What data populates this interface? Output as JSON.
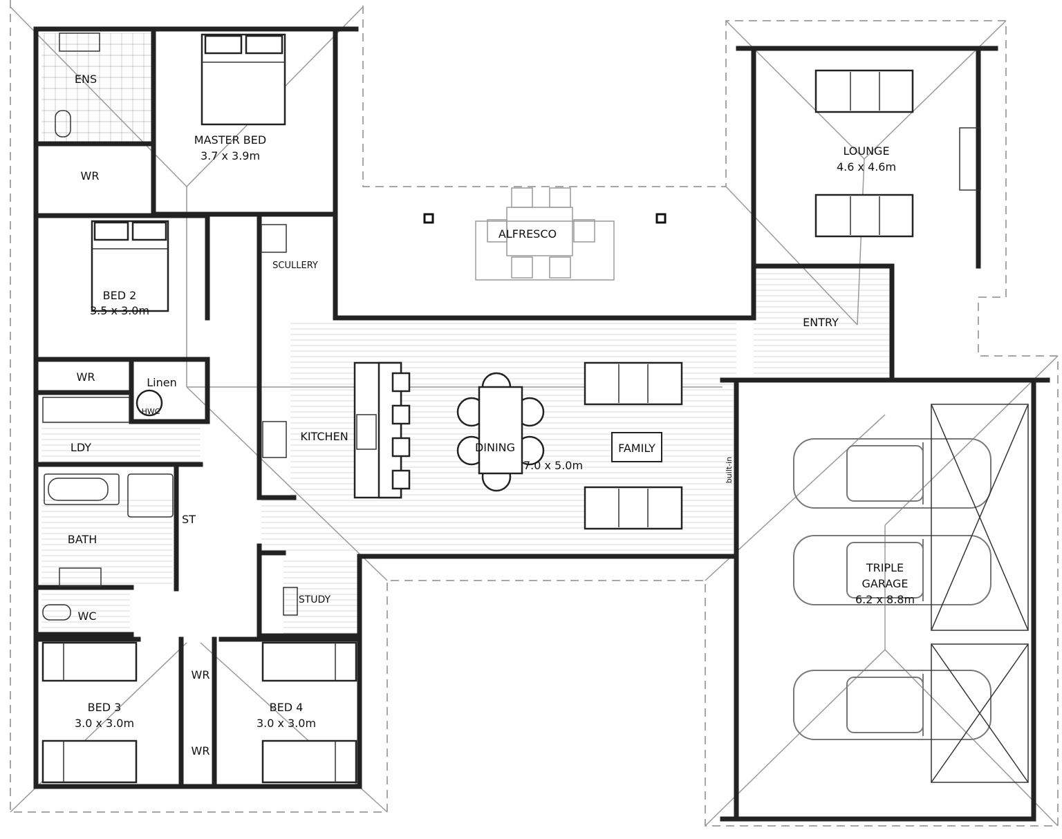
{
  "rooms": {
    "ens": {
      "name": "ENS"
    },
    "master": {
      "name": "MASTER BED",
      "size": "3.7 x 3.9m"
    },
    "wr_master": {
      "name": "WR"
    },
    "bed2": {
      "name": "BED 2",
      "size": "3.5 x 3.0m"
    },
    "wr_bed2": {
      "name": "WR"
    },
    "linen": {
      "name": "Linen",
      "hwc": "HWC"
    },
    "ldy": {
      "name": "LDY"
    },
    "bath": {
      "name": "BATH"
    },
    "st": {
      "name": "ST"
    },
    "wc": {
      "name": "WC"
    },
    "bed3": {
      "name": "BED 3",
      "size": "3.0 x 3.0m"
    },
    "wr_bed3": {
      "name": "WR"
    },
    "wr_bed4": {
      "name": "WR"
    },
    "bed4": {
      "name": "BED 4",
      "size": "3.0 x 3.0m"
    },
    "study": {
      "name": "STUDY"
    },
    "scullery": {
      "name": "SCULLERY"
    },
    "kitchen": {
      "name": "KITCHEN"
    },
    "dining": {
      "name": "DINING",
      "size": "7.0 x 5.0m"
    },
    "family": {
      "name": "FAMILY"
    },
    "alfresco": {
      "name": "ALFRESCO"
    },
    "entry": {
      "name": "ENTRY"
    },
    "lounge": {
      "name": "LOUNGE",
      "size": "4.6 x 4.6m"
    },
    "builtin": {
      "name": "built-in"
    },
    "garage": {
      "name": "TRIPLE",
      "name2": "GARAGE",
      "size": "6.2 x 8.8m"
    }
  }
}
